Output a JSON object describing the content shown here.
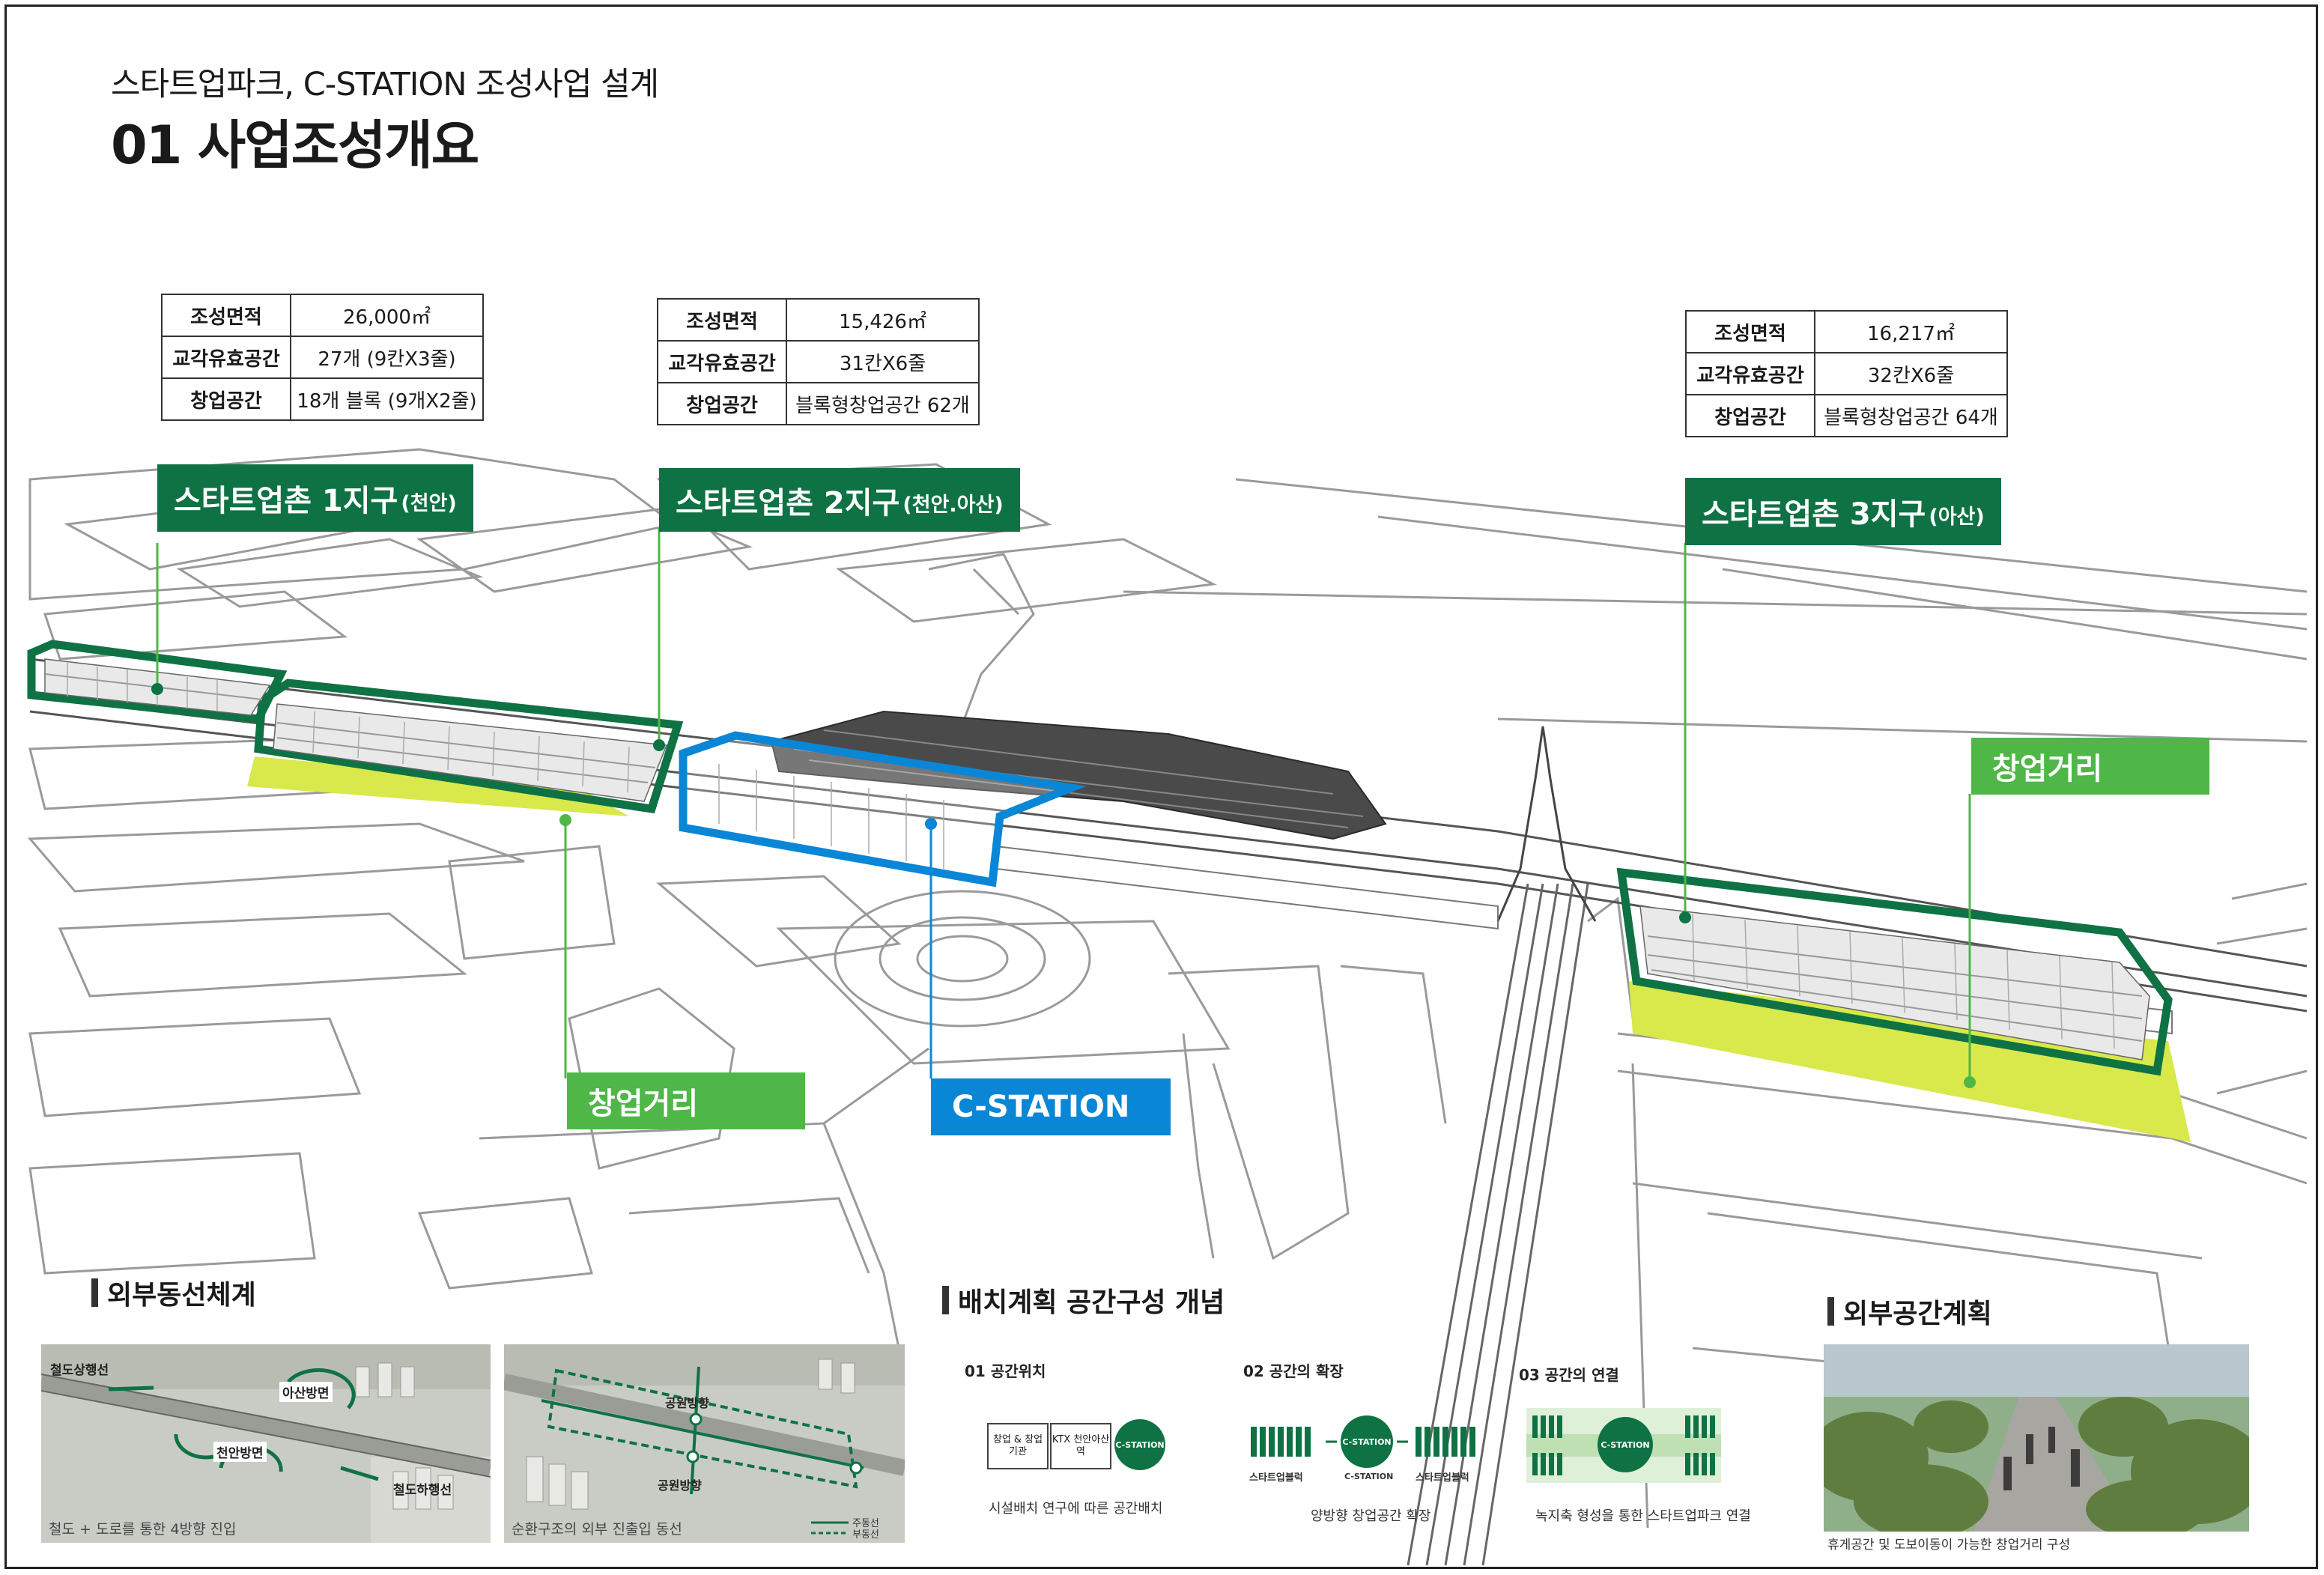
{
  "header": {
    "subtitle": "스타트업파크, C-STATION 조성사업 설계",
    "title": "01 사업조성개요"
  },
  "spec_tables": {
    "zone1": [
      {
        "label": "조성면적",
        "value": "26,000㎡"
      },
      {
        "label": "교각유효공간",
        "value": "27개 (9칸X3줄)"
      },
      {
        "label": "창업공간",
        "value": "18개 블록 (9개X2줄)"
      }
    ],
    "zone2": [
      {
        "label": "조성면적",
        "value": "15,426㎡"
      },
      {
        "label": "교각유효공간",
        "value": "31칸X6줄"
      },
      {
        "label": "창업공간",
        "value": "블록형창업공간 62개"
      }
    ],
    "zone3": [
      {
        "label": "조성면적",
        "value": "16,217㎡"
      },
      {
        "label": "교각유효공간",
        "value": "32칸X6줄"
      },
      {
        "label": "창업공간",
        "value": "블록형창업공간 64개"
      }
    ]
  },
  "zones": {
    "zone1": {
      "name": "스타트업촌 1지구",
      "sub": "(천안)"
    },
    "zone2": {
      "name": "스타트업촌 2지구",
      "sub": "(천안.아산)"
    },
    "zone3": {
      "name": "스타트업촌 3지구",
      "sub": "(아산)"
    }
  },
  "labels": {
    "street_left": "창업거리",
    "street_right": "창업거리",
    "cstation": "C-STATION"
  },
  "sections": {
    "external_flow": {
      "title": "외부동선체계",
      "map1": {
        "labels": [
          "철도상행선",
          "아산방면",
          "천안방면",
          "철도하행선"
        ],
        "caption": "철도 + 도로를 통한 4방향 진입"
      },
      "map2": {
        "labels": [
          "공원방향",
          "공원방향"
        ],
        "legend": [
          "주동선",
          "부동선"
        ],
        "caption": "순환구조의 외부 진출입 동선"
      }
    },
    "layout_plan": {
      "title": "배치계획  공간구성 개념",
      "steps": [
        {
          "title": "01 공간위치",
          "boxes": [
            "창업 & 창업기관",
            "KTX 천안아산역"
          ],
          "circle": "C-STATION",
          "caption": "시설배치 연구에 따른 공간배치"
        },
        {
          "title": "02 공간의 확장",
          "left_label": "스타트업블럭",
          "center_label": "C-STATION",
          "right_label": "스타트업블럭",
          "circle": "C-STATION",
          "caption": "양방향 창업공간 확장"
        },
        {
          "title": "03 공간의 연결",
          "circle": "C-STATION",
          "caption": "녹지축 형성을 통한 스타트업파크 연결"
        }
      ]
    },
    "outdoor_plan": {
      "title": "외부공간계획",
      "caption": "휴게공간 및 도보이동이 가능한 창업거리 구성"
    }
  },
  "colors": {
    "zone_green": "#0f7244",
    "street_green": "#4fb648",
    "street_fill": "#d9e84a",
    "cstation_blue": "#0a86d6"
  }
}
